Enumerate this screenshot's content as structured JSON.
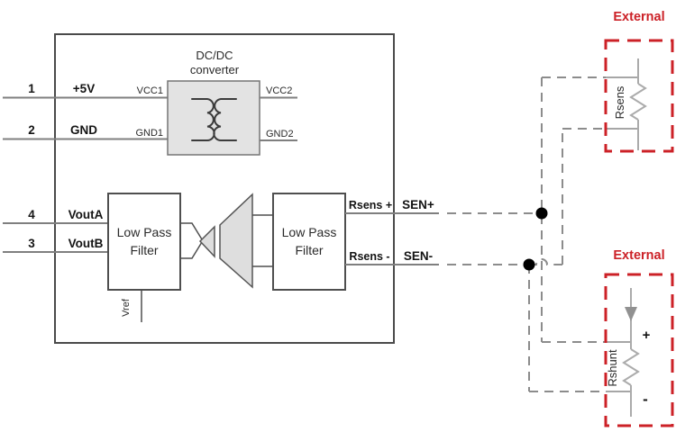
{
  "pins": [
    {
      "number": "1",
      "label": "+5V"
    },
    {
      "number": "2",
      "label": "GND"
    },
    {
      "number": "4",
      "label": "VoutA"
    },
    {
      "number": "3",
      "label": "VoutB"
    }
  ],
  "dcdc": {
    "title_line1": "DC/DC",
    "title_line2": "converter",
    "pin_vcc1": "VCC1",
    "pin_gnd1": "GND1",
    "pin_vcc2": "VCC2",
    "pin_gnd2": "GND2"
  },
  "filters": {
    "line1": "Low Pass",
    "line2": "Filter"
  },
  "vref_label": "Vref",
  "sense": {
    "rsens_plus": "Rsens +",
    "rsens_minus": "Rsens -",
    "sen_plus": "SEN+",
    "sen_minus": "SEN-"
  },
  "external_top": {
    "title": "External",
    "resistor_label": "Rsens"
  },
  "external_bottom": {
    "title": "External",
    "resistor_label": "Rshunt",
    "plus": "+",
    "minus": "-"
  },
  "colors": {
    "external_red": "#cc2127",
    "wire_gray": "#7f7f7f",
    "dashed_gray": "#8c8c8c",
    "box_stroke": "#4a4a4a",
    "block_fill": "#e3e3e3",
    "amp_fill": "#dedede",
    "resistor_gray": "#ababab",
    "junction_dot": "#000000"
  }
}
